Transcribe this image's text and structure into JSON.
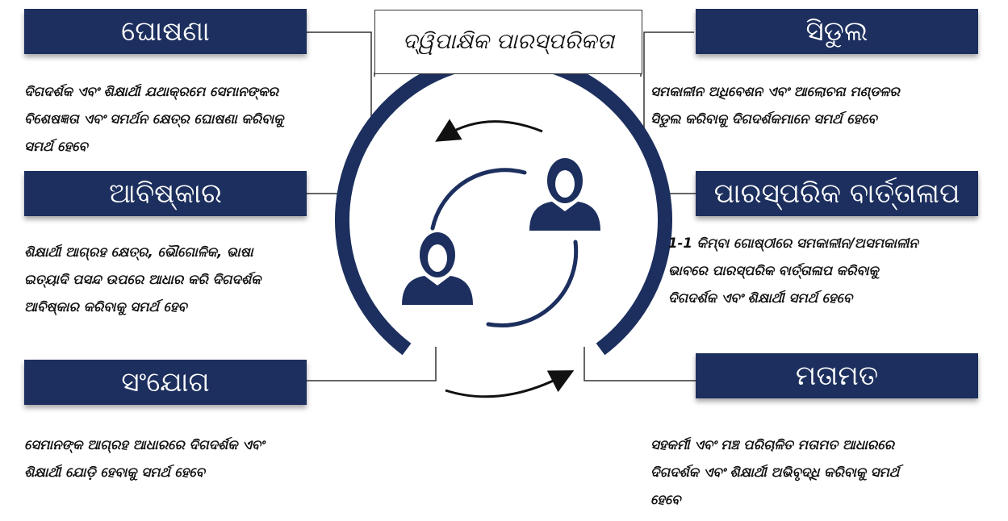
{
  "title": "ଦ୍ୱିପାକ୍ଷିକ ପାରସ୍ପରିକତା",
  "left_sections": [
    {
      "heading": "ଘୋଷଣା",
      "lines": [
        "ଦିଗଦର୍ଶକ ଏବଂ ଶିକ୍ଷାର୍ଥୀ ଯଥାକ୍ରମେ ସେମାନଙ୍କର",
        "ବିଶେଷଜ୍ଞତା ଏବଂ ସମର୍ଥନ କ୍ଷେତ୍ର ଘୋଷଣା କରିବାକୁ",
        "ସମର୍ଥ ହେବେ"
      ]
    },
    {
      "heading": "ଆବିଷ୍କାର",
      "lines": [
        "ଶିକ୍ଷାର୍ଥୀ ଆଗ୍ରହ କ୍ଷେତ୍ର, ଭୌଗୋଳିକ, ଭାଷା",
        "ଇତ୍ୟାଦି ପସନ୍ଦ ଉପରେ ଆଧାର କରି ଦିଗଦର୍ଶକ",
        "ଆବିଷ୍କାର କରିବାକୁ ସମର୍ଥ ହେବ"
      ]
    },
    {
      "heading": "ସଂଯୋଗ",
      "lines": [
        "ସେମାନଙ୍କ ଆଗ୍ରହ ଆଧାରରେ ଦିଗଦର୍ଶକ ଏବଂ",
        "ଶିକ୍ଷାର୍ଥୀ ଯୋଡ଼ି ହେବାକୁ ସମର୍ଥ ହେବେ"
      ]
    }
  ],
  "right_sections": [
    {
      "heading": "ସିଡୁଲ",
      "lines": [
        "ସମକାଳୀନ ଅଧିବେଶନ ଏବଂ ଆଲୋଚନା ମଣ୍ଡଳର",
        "ସିଡୁଲ କରିବାକୁ ଦିଗଦର୍ଶକମାନେ ସମର୍ଥ ହେବେ"
      ]
    },
    {
      "heading": "ପାରସ୍ପରିକ ବାର୍ତ୍ତାଳାପ",
      "lines": [
        "1-1 କିମ୍ବା ଗୋଷ୍ଠୀରେ ସମକାଳୀନ/ଅସମକାଳୀନ",
        "ଭାବରେ ପାରସ୍ପରିକ ବାର୍ତ୍ତାଳାପ କରିବାକୁ",
        "ଦିଗଦର୍ଶକ ଏବଂ ଶିକ୍ଷାର୍ଥୀ ସମର୍ଥ ହେବେ"
      ]
    },
    {
      "heading": "ମତାମତ",
      "lines": [
        "ସହକର୍ମୀ ଏବଂ ମଞ୍ଚ ପରିଚାଳିତ ମତାମତ ଆଧାରରେ",
        "ଦିଗଦର୍ଶକ ଏବଂ ଶିକ୍ଷାର୍ଥୀ ଅଭିବୃଦ୍ଧି କରିବାକୁ ସମର୍ଥ",
        "ହେବେ"
      ]
    }
  ],
  "colors": {
    "navy": "#1c2f5e",
    "text": "#111111",
    "line": "#333333"
  },
  "icons": [
    "person-icon",
    "person-icon",
    "circular-arrow-icon"
  ]
}
